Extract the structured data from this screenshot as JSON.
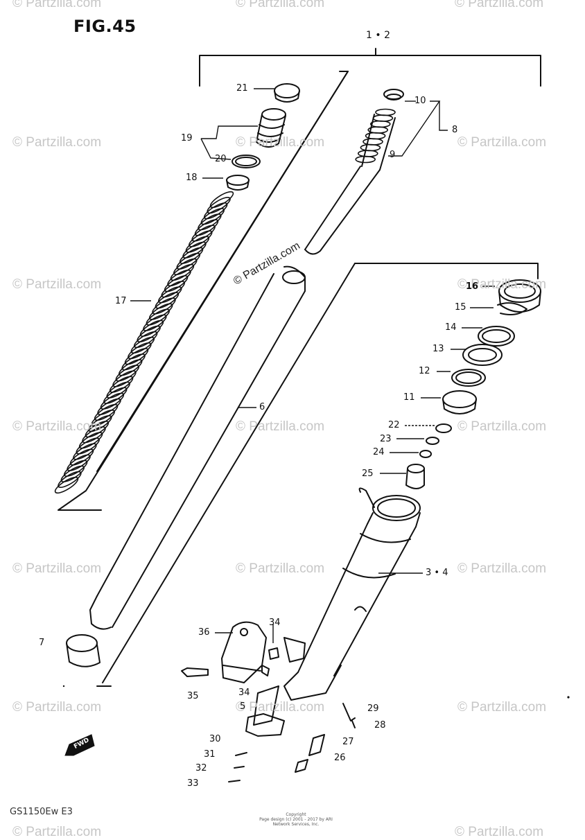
{
  "figure": {
    "title": "FIG.45"
  },
  "watermark": {
    "text": "© Partzilla.com"
  },
  "labels": {
    "l1_2": "1 • 2",
    "l3_4": "3 • 4",
    "l5": "5",
    "l6": "6",
    "l7": "7",
    "l8": "8",
    "l9": "9",
    "l10": "10",
    "l11": "11",
    "l12": "12",
    "l13": "13",
    "l14": "14",
    "l15": "15",
    "l16": "16",
    "l17": "17",
    "l18": "18",
    "l19": "19",
    "l20": "20",
    "l21": "21",
    "l22": "22",
    "l23": "23",
    "l24": "24",
    "l25": "25",
    "l26": "26",
    "l27": "27",
    "l28": "28",
    "l29": "29",
    "l30": "30",
    "l31": "31",
    "l32": "32",
    "l33": "33",
    "l34a": "34",
    "l34b": "34",
    "l35": "35",
    "l36": "36"
  },
  "footer": {
    "code": "GS1150Ew E3"
  },
  "copyright": {
    "line1": "Copyright",
    "line2": "Page design (c) 2001 - 2017 by ARI Network Services, Inc."
  },
  "direction": {
    "text": "FWD"
  },
  "colors": {
    "ink": "#111111",
    "watermark": "#c6c6c6"
  }
}
